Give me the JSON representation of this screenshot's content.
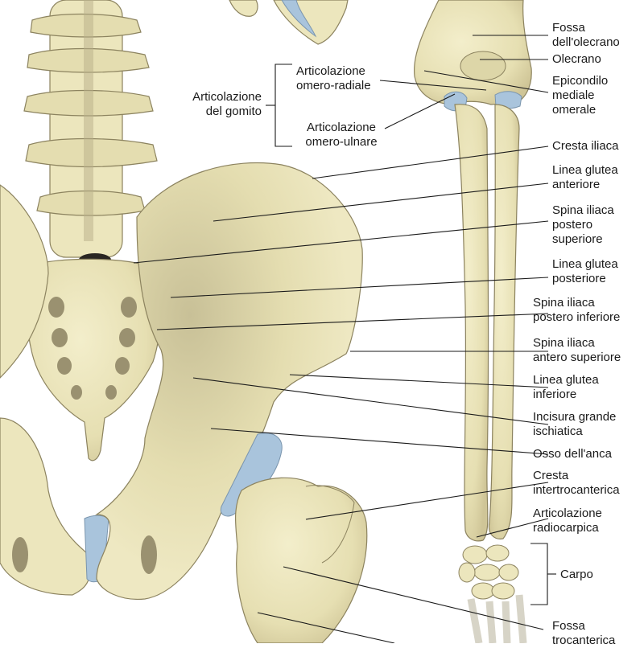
{
  "labels": {
    "fossa_olecrano": "Fossa\ndell'olecrano",
    "olecrano": "Olecrano",
    "epicondilo": "Epicondilo\nmediale\nomerale",
    "cresta_iliaca": "Cresta iliaca",
    "linea_glutea_anteriore": "Linea glutea\nanteriore",
    "spina_ps": "Spina iliaca\npostero\nsuperiore",
    "linea_glutea_posteriore": "Linea glutea\nposteriore",
    "spina_pi": "Spina iliaca\npostero inferiore",
    "spina_as": "Spina iliaca\nantero superiore",
    "linea_glutea_inferiore": "Linea glutea\ninferiore",
    "incisura": "Incisura grande\nischiatica",
    "osso_anca": "Osso dell'anca",
    "cresta_intertrocanterica": "Cresta\nintertrocanterica",
    "art_radiocarpica": "Articolazione\nradiocarpica",
    "carpo": "Carpo",
    "fossa_trocanterica": "Fossa\ntrocanterica",
    "art_gomito": "Articolazione\ndel gomito",
    "art_omero_radiale": "Articolazione\nomero-radiale",
    "art_omero_ulnare": "Articolazione\nomero-ulnare"
  },
  "colors": {
    "bone": "#ece6bd",
    "bone_shadow": "#b9b08a",
    "cartilage": "#a9c4dc",
    "line": "#1a1a1a"
  }
}
